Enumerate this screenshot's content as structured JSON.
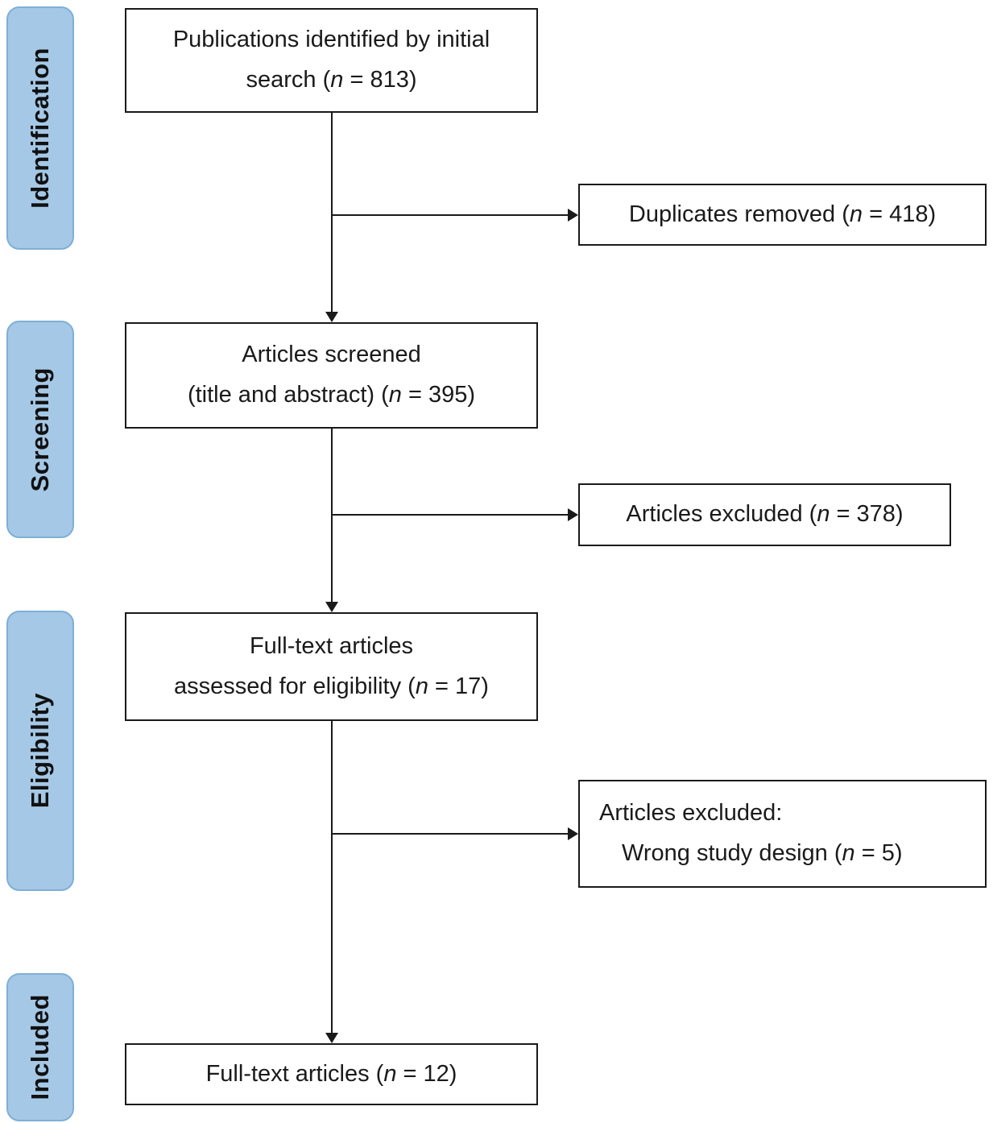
{
  "stages": [
    {
      "label": "Identification"
    },
    {
      "label": "Screening"
    },
    {
      "label": "Eligibility"
    },
    {
      "label": "Included"
    }
  ],
  "boxes": {
    "identified": {
      "line1": "Publications identified by initial",
      "line2": {
        "pre": "search (",
        "n": "n",
        "post": " = 813)"
      }
    },
    "screened": {
      "line1": "Articles screened",
      "line2": {
        "pre": "(title and abstract) (",
        "n": "n",
        "post": " = 395)"
      }
    },
    "fulltext": {
      "line1": "Full-text articles",
      "line2": {
        "pre": "assessed for eligibility (",
        "n": "n",
        "post": " = 17)"
      }
    },
    "included": {
      "line1": {
        "pre": "Full-text articles (",
        "n": "n",
        "post": " = 12)"
      }
    }
  },
  "side_boxes": {
    "duplicates": {
      "line1": {
        "pre": "Duplicates removed (",
        "n": "n",
        "post": " = 418)"
      }
    },
    "excluded_screening": {
      "line1": {
        "pre": "Articles excluded (",
        "n": "n",
        "post": " = 378)"
      }
    },
    "excluded_eligibility": {
      "line1": "Articles excluded:",
      "line2": {
        "pre": "Wrong study design (",
        "n": "n",
        "post": " = 5)"
      }
    }
  },
  "colors": {
    "stage_fill": "#a5c8e6",
    "stage_border": "#7fafd6",
    "line": "#1a1a1a",
    "box_border": "#1a1a1a"
  }
}
